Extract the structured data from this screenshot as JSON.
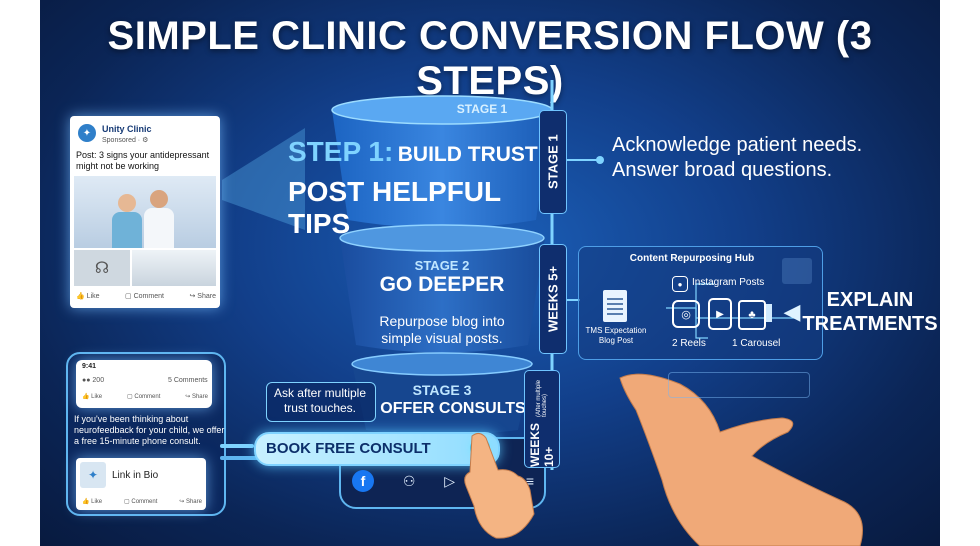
{
  "title": "SIMPLE CLINIC CONVERSION FLOW (3 STEPS)",
  "post_card": {
    "clinic_name": "Unity Clinic",
    "sponsored": "Sponsored · ⚙",
    "post_text": "Post: 3 signs your antidepressant might not be working",
    "like": "Like",
    "comment": "Comment",
    "share": "Share"
  },
  "stage1": {
    "label": "STAGE 1",
    "step_prefix": "STEP 1:",
    "step_title": "BUILD TRUST",
    "subtitle": "POST HELPFUL TIPS",
    "side_label": "STAGE 1",
    "description_line1": "Acknowledge patient needs.",
    "description_line2": "Answer broad questions."
  },
  "stage2": {
    "label": "STAGE 2",
    "title": "GO DEEPER",
    "body_line1": "Repurpose blog into",
    "body_line2": "simple visual posts.",
    "side_label": "WEEKS 5+"
  },
  "hub": {
    "title": "Content Repurposing Hub",
    "instagram_label": "Instagram Posts",
    "blog_line1": "TMS Expectation",
    "blog_line2": "Blog Post",
    "reels_label": "2 Reels",
    "carousel_label": "1 Carousel",
    "explain_line1": "EXPLAIN",
    "explain_line2": "TREATMENTS"
  },
  "stage3": {
    "label": "STAGE 3",
    "title": "OFFER CONSULTS",
    "callout_line1": "Ask after multiple",
    "callout_line2": "trust touches.",
    "side_label": "WEEKS 10+",
    "side_sublabel": "(After multiple touches)"
  },
  "phone": {
    "time": "9:41",
    "reactions_count": "200",
    "comments_count": "5 Comments",
    "like": "Like",
    "comment": "Comment",
    "share": "Share",
    "post_line1": "If you've been thinking about",
    "post_line2": "neurofeedback for your child, we offer",
    "post_line3": "a free 15-minute phone consult.",
    "link_label": "Link in Bio",
    "like2": "Like",
    "comment2": "Comment",
    "share2": "Share",
    "cta": "BOOK FREE CONSULT"
  },
  "colors": {
    "accent_cyan": "#7fd3ff",
    "background_blue": "#123f8a",
    "cta_fill": "#9fe6ff"
  },
  "icons": [
    "unity-clinic-logo",
    "facebook-icon",
    "instagram-icon",
    "document-icon",
    "reels-icon",
    "carousel-icon",
    "megaphone-icon",
    "stethoscope-icon",
    "people-icon",
    "play-icon",
    "store-icon",
    "menu-icon"
  ]
}
